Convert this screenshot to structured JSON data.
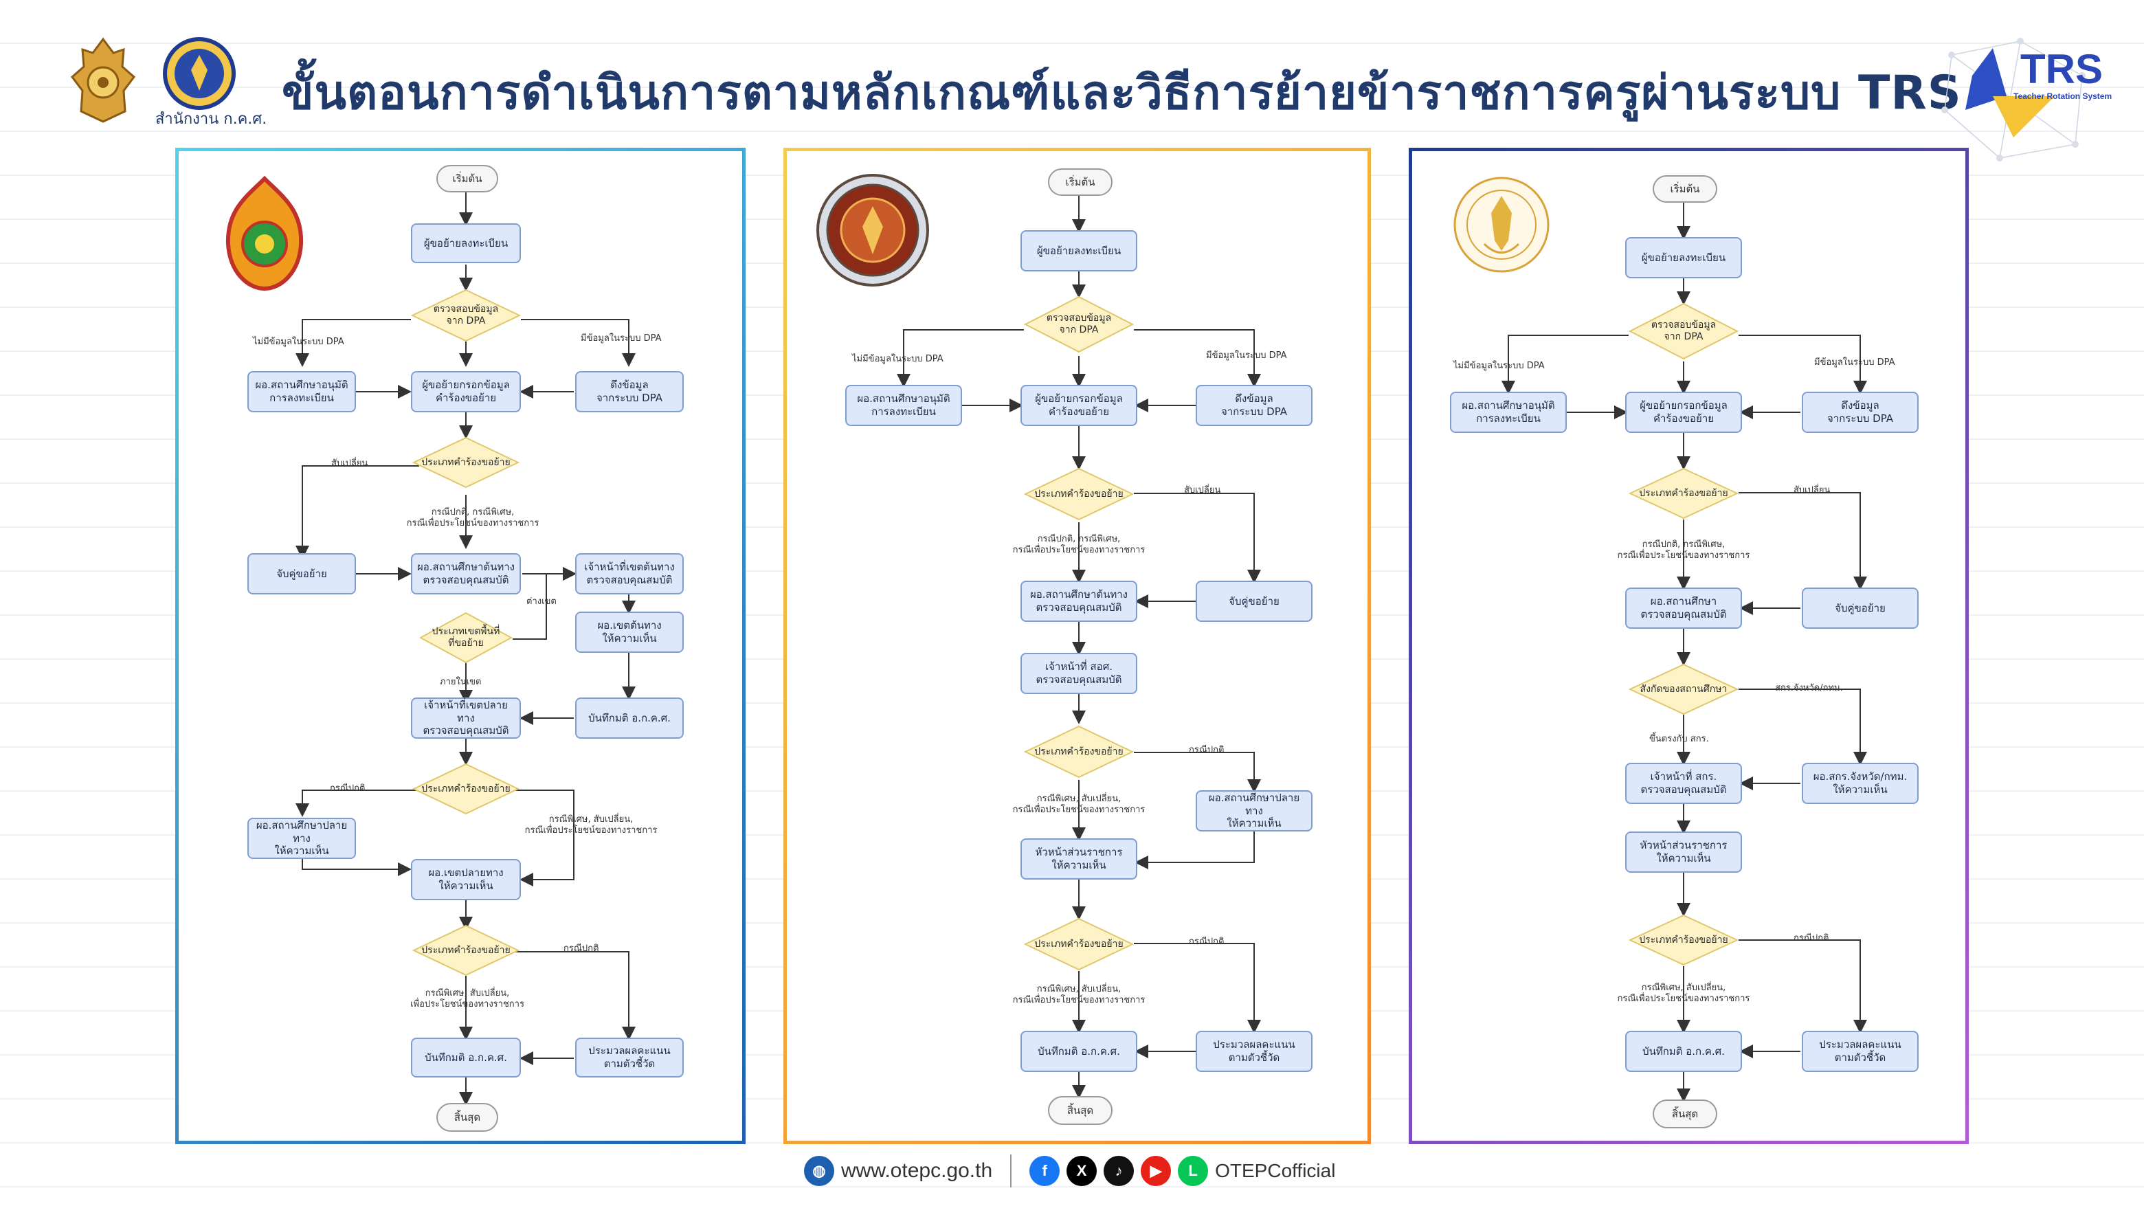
{
  "title": "ขั้นตอนการดำเนินการตามหลักเกณฑ์และวิธีการย้ายข้าราชการครูผ่านระบบ TRS",
  "org_caption": "สำนักงาน ก.ค.ศ.",
  "trs": {
    "name": "TRS",
    "subtitle": "Teacher Rotation System"
  },
  "footer": {
    "website": "www.otepc.go.th",
    "handle": "OTEPCofficial"
  },
  "colors": {
    "title": "#1f3a6b",
    "box_fill": "#dde8fb",
    "decision_fill": "#fdf3c7"
  },
  "panel1": {
    "start": "เริ่มต้น",
    "register": "ผู้ขอย้ายลงทะเบียน",
    "check_dpa": "ตรวจสอบข้อมูล\nจาก DPA",
    "no_dpa": "ไม่มีข้อมูลในระบบ DPA",
    "has_dpa": "มีข้อมูลในระบบ DPA",
    "approve_register": "ผอ.สถานศึกษาอนุมัติ\nการลงทะเบียน",
    "fill_form": "ผู้ขอย้ายกรอกข้อมูล\nคำร้องขอย้าย",
    "pull_dpa": "ดึงข้อมูล\nจากระบบ DPA",
    "request_type": "ประเภทคำร้องขอย้าย",
    "swap": "สับเปลี่ยน",
    "cases": "กรณีปกติ, กรณีพิเศษ,\nกรณีเพื่อประโยชน์ของทางราชการ",
    "match": "จับคู่ขอย้าย",
    "origin_school": "ผอ.สถานศึกษาต้นทาง\nตรวจสอบคุณสมบัติ",
    "origin_area_officer": "เจ้าหน้าที่เขตต้นทาง\nตรวจสอบคุณสมบัติ",
    "diff_area": "ต่างเขต",
    "area_type": "ประเภทเขตพื้นที่\nที่ขอย้าย",
    "origin_area_dir": "ผอ.เขตต้นทาง\nให้ความเห็น",
    "within_area": "ภายในเขต",
    "dest_area_officer": "เจ้าหน้าที่เขตปลายทาง\nตรวจสอบคุณสมบัติ",
    "record_committee": "บันทึกมติ อ.ก.ค.ศ.",
    "request_type2": "ประเภทคำร้องขอย้าย",
    "normal": "กรณีปกติ",
    "dest_school": "ผอ.สถานศึกษาปลายทาง\nให้ความเห็น",
    "special_cases": "กรณีพิเศษ, สับเปลี่ยน,\nกรณีเพื่อประโยชน์ของทางราชการ",
    "dest_area_dir": "ผอ.เขตปลายทาง\nให้ความเห็น",
    "request_type3": "ประเภทคำร้องขอย้าย",
    "normal2": "กรณีปกติ",
    "special_cases2": "กรณีพิเศษ, สับเปลี่ยน,\nเพื่อประโยชน์ของทางราชการ",
    "record_committee2": "บันทึกมติ อ.ก.ค.ศ.",
    "score": "ประมวลผลคะแนน\nตามตัวชี้วัด",
    "end": "สิ้นสุด"
  },
  "panel2": {
    "start": "เริ่มต้น",
    "register": "ผู้ขอย้ายลงทะเบียน",
    "check_dpa": "ตรวจสอบข้อมูล\nจาก DPA",
    "no_dpa": "ไม่มีข้อมูลในระบบ DPA",
    "has_dpa": "มีข้อมูลในระบบ DPA",
    "approve_register": "ผอ.สถานศึกษาอนุมัติ\nการลงทะเบียน",
    "fill_form": "ผู้ขอย้ายกรอกข้อมูล\nคำร้องขอย้าย",
    "pull_dpa": "ดึงข้อมูล\nจากระบบ DPA",
    "request_type": "ประเภทคำร้องขอย้าย",
    "swap": "สับเปลี่ยน",
    "cases": "กรณีปกติ, กรณีพิเศษ,\nกรณีเพื่อประโยชน์ของทางราชการ",
    "origin_school": "ผอ.สถานศึกษาต้นทาง\nตรวจสอบคุณสมบัติ",
    "match": "จับคู่ขอย้าย",
    "officer": "เจ้าหน้าที่ สอศ.\nตรวจสอบคุณสมบัติ",
    "request_type2": "ประเภทคำร้องขอย้าย",
    "normal": "กรณีปกติ",
    "special_cases": "กรณีพิเศษ, สับเปลี่ยน,\nกรณีเพื่อประโยชน์ของทางราชการ",
    "dest_school": "ผอ.สถานศึกษาปลายทาง\nให้ความเห็น",
    "agency_head": "หัวหน้าส่วนราชการ\nให้ความเห็น",
    "request_type3": "ประเภทคำร้องขอย้าย",
    "normal2": "กรณีปกติ",
    "special_cases2": "กรณีพิเศษ, สับเปลี่ยน,\nกรณีเพื่อประโยชน์ของทางราชการ",
    "record_committee": "บันทึกมติ อ.ก.ค.ศ.",
    "score": "ประมวลผลคะแนน\nตามตัวชี้วัด",
    "end": "สิ้นสุด"
  },
  "panel3": {
    "start": "เริ่มต้น",
    "register": "ผู้ขอย้ายลงทะเบียน",
    "check_dpa": "ตรวจสอบข้อมูล\nจาก DPA",
    "no_dpa": "ไม่มีข้อมูลในระบบ DPA",
    "has_dpa": "มีข้อมูลในระบบ DPA",
    "approve_register": "ผอ.สถานศึกษาอนุมัติ\nการลงทะเบียน",
    "fill_form": "ผู้ขอย้ายกรอกข้อมูล\nคำร้องขอย้าย",
    "pull_dpa": "ดึงข้อมูล\nจากระบบ DPA",
    "request_type": "ประเภทคำร้องขอย้าย",
    "swap": "สับเปลี่ยน",
    "cases": "กรณีปกติ, กรณีพิเศษ,\nกรณีเพื่อประโยชน์ของทางราชการ",
    "school_check": "ผอ.สถานศึกษา\nตรวจสอบคุณสมบัติ",
    "match": "จับคู่ขอย้าย",
    "affiliation": "สังกัดของสถานศึกษา",
    "prov": "สกร.จังหวัด/กทม.",
    "direct": "ขึ้นตรงกับ สกร.",
    "officer": "เจ้าหน้าที่ สกร.\nตรวจสอบคุณสมบัติ",
    "prov_dir": "ผอ.สกร.จังหวัด/กทม.\nให้ความเห็น",
    "agency_head": "หัวหน้าส่วนราชการ\nให้ความเห็น",
    "request_type2": "ประเภทคำร้องขอย้าย",
    "normal": "กรณีปกติ",
    "special_cases": "กรณีพิเศษ, สับเปลี่ยน,\nกรณีเพื่อประโยชน์ของทางราชการ",
    "record_committee": "บันทึกมติ อ.ก.ค.ศ.",
    "score": "ประมวลผลคะแนน\nตามตัวชี้วัด",
    "end": "สิ้นสุด"
  }
}
